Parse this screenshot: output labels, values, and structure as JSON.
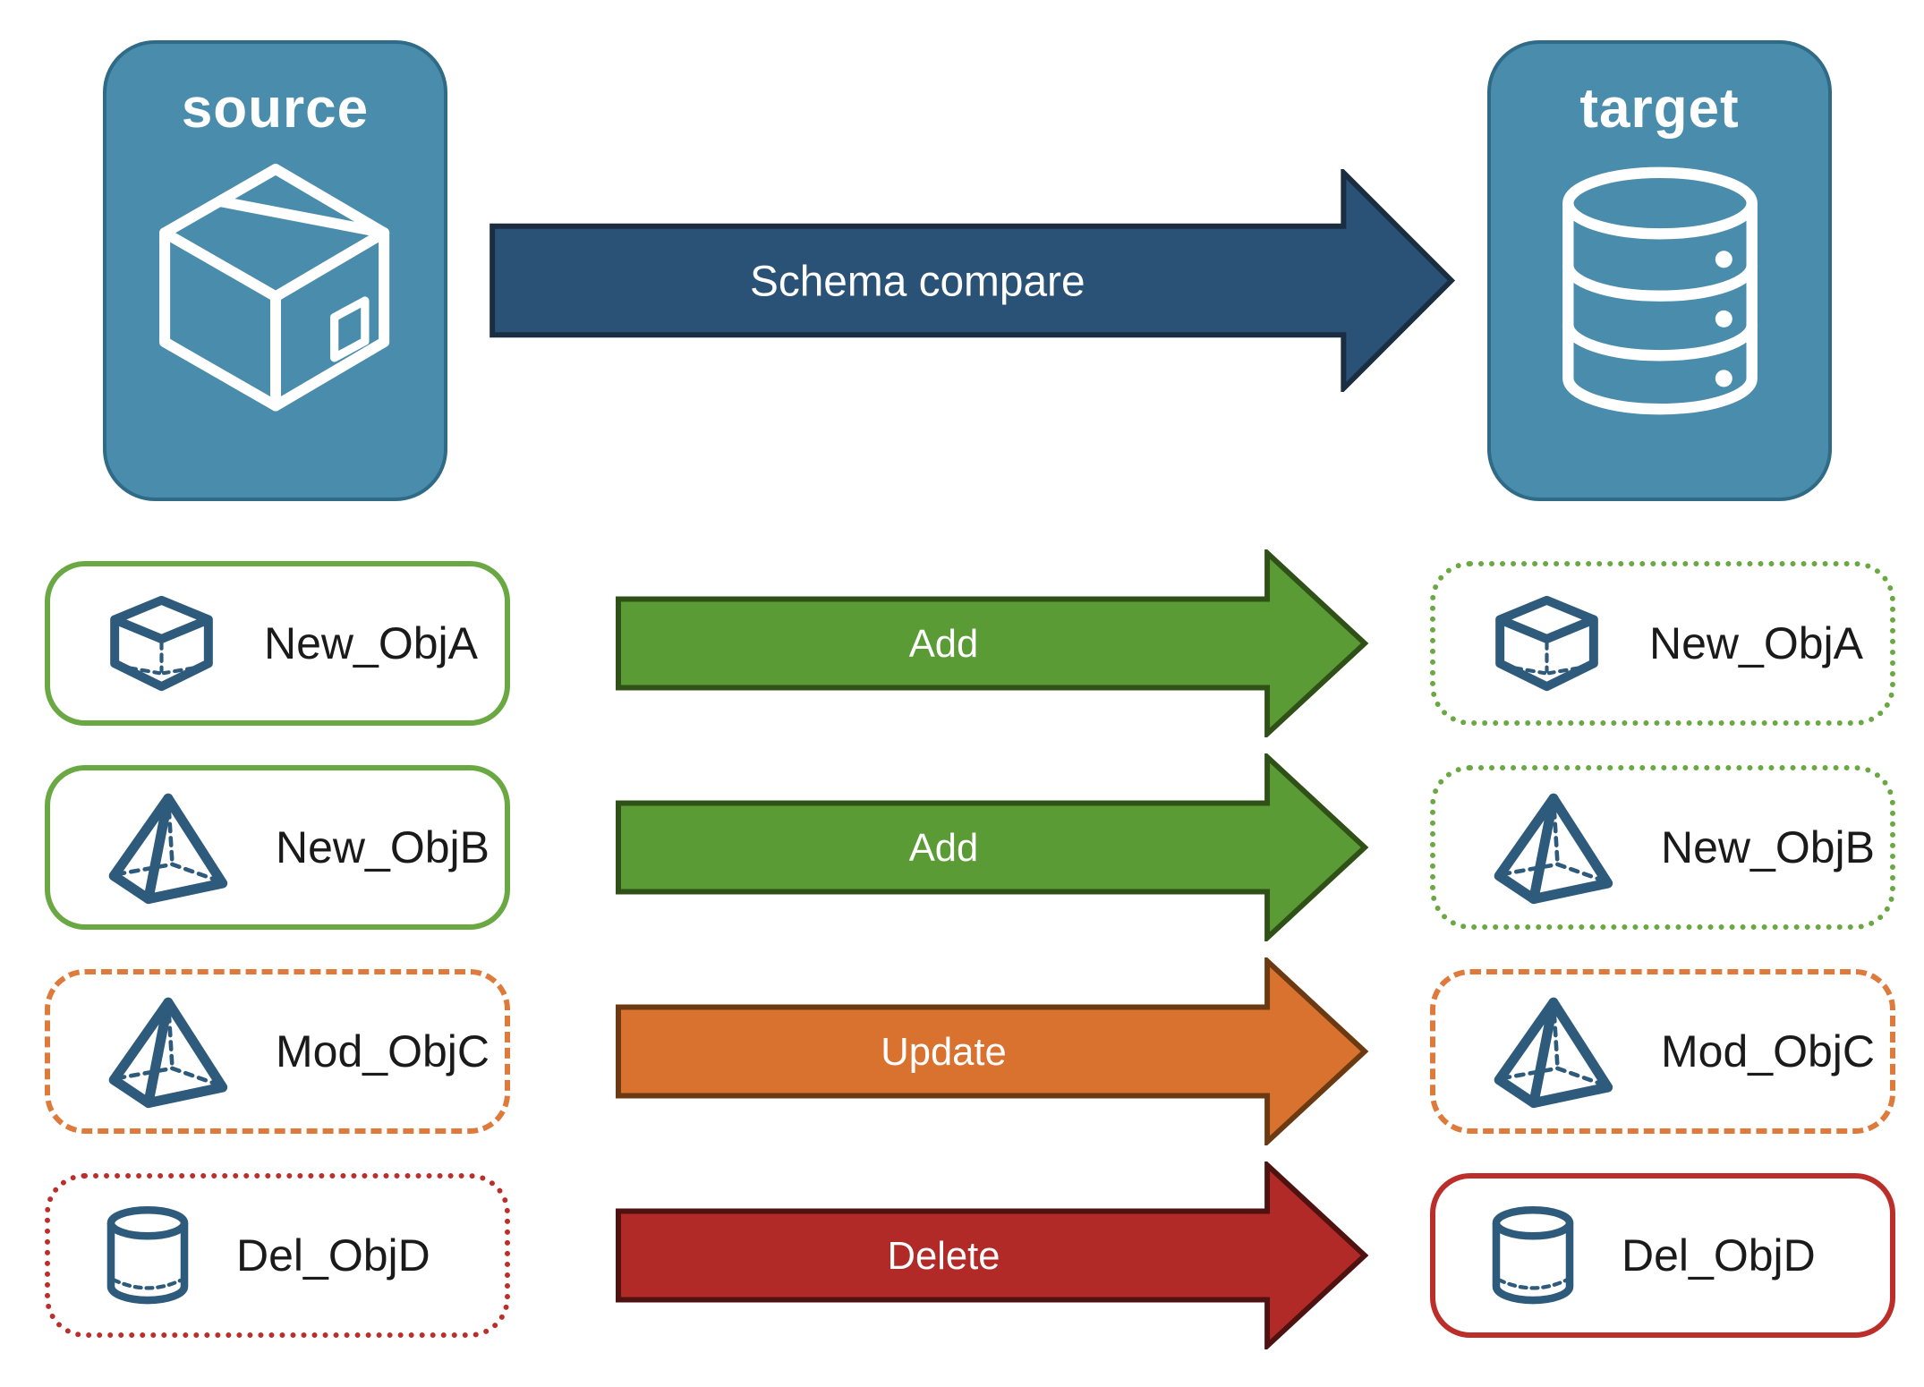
{
  "source": {
    "label": "source",
    "icon": "package-icon"
  },
  "target": {
    "label": "target",
    "icon": "database-icon"
  },
  "compare_arrow": {
    "label": "Schema compare",
    "fill": "#2a5276",
    "stroke": "#1b2d40"
  },
  "palette": {
    "node_fill": "#4a8cab",
    "node_border": "#2f6b86",
    "node_text": "#ffffff",
    "icon_blue": "#2e5a7c",
    "add_green": "#5b9b35",
    "update_orange": "#d9712f",
    "delete_red": "#b22a27",
    "border_green": "#6aa843",
    "border_orange": "#de7a3b",
    "border_red": "#bb2e2a"
  },
  "rows": [
    {
      "left": {
        "label": "New_ObjA",
        "icon": "cube-icon",
        "border_style": "solid",
        "border_color": "#6aa843"
      },
      "arrow": {
        "label": "Add",
        "fill": "#5b9b35",
        "stroke": "#2f5117"
      },
      "right": {
        "label": "New_ObjA",
        "icon": "cube-icon",
        "border_style": "dotted",
        "border_color": "#6aa843"
      }
    },
    {
      "left": {
        "label": "New_ObjB",
        "icon": "pyramid-icon",
        "border_style": "solid",
        "border_color": "#6aa843"
      },
      "arrow": {
        "label": "Add",
        "fill": "#5b9b35",
        "stroke": "#2f5117"
      },
      "right": {
        "label": "New_ObjB",
        "icon": "pyramid-icon",
        "border_style": "dotted",
        "border_color": "#6aa843"
      }
    },
    {
      "left": {
        "label": "Mod_ObjC",
        "icon": "pyramid-icon",
        "border_style": "dashed",
        "border_color": "#de7a3b"
      },
      "arrow": {
        "label": "Update",
        "fill": "#d9712f",
        "stroke": "#6b3a12"
      },
      "right": {
        "label": "Mod_ObjC",
        "icon": "pyramid-icon",
        "border_style": "dashed",
        "border_color": "#de7a3b"
      }
    },
    {
      "left": {
        "label": "Del_ObjD",
        "icon": "cylinder-icon",
        "border_style": "dotted",
        "border_color": "#bb2e2a"
      },
      "arrow": {
        "label": "Delete",
        "fill": "#b22a27",
        "stroke": "#4e1311"
      },
      "right": {
        "label": "Del_ObjD",
        "icon": "cylinder-icon",
        "border_style": "solid",
        "border_color": "#bb2e2a"
      }
    }
  ]
}
